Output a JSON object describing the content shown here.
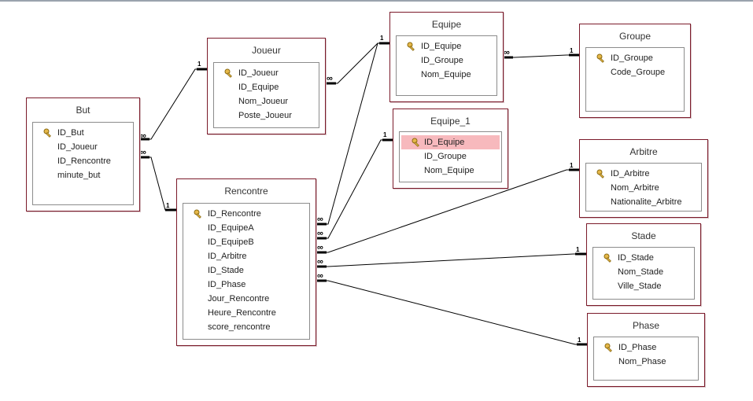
{
  "tables": {
    "but": {
      "title": "But",
      "fields": [
        "ID_But",
        "ID_Joueur",
        "ID_Rencontre",
        "minute_but"
      ]
    },
    "joueur": {
      "title": "Joueur",
      "fields": [
        "ID_Joueur",
        "ID_Equipe",
        "Nom_Joueur",
        "Poste_Joueur"
      ]
    },
    "equipe": {
      "title": "Equipe",
      "fields": [
        "ID_Equipe",
        "ID_Groupe",
        "Nom_Equipe"
      ]
    },
    "groupe": {
      "title": "Groupe",
      "fields": [
        "ID_Groupe",
        "Code_Groupe"
      ]
    },
    "equipe_1": {
      "title": "Equipe_1",
      "fields": [
        "ID_Equipe",
        "ID_Groupe",
        "Nom_Equipe"
      ]
    },
    "rencontre": {
      "title": "Rencontre",
      "fields": [
        "ID_Rencontre",
        "ID_EquipeA",
        "ID_EquipeB",
        "ID_Arbitre",
        "ID_Stade",
        "ID_Phase",
        "Jour_Rencontre",
        "Heure_Rencontre",
        "score_rencontre"
      ]
    },
    "arbitre": {
      "title": "Arbitre",
      "fields": [
        "ID_Arbitre",
        "Nom_Arbitre",
        "Nationalite_Arbitre"
      ]
    },
    "stade": {
      "title": "Stade",
      "fields": [
        "ID_Stade",
        "Nom_Stade",
        "Ville_Stade"
      ]
    },
    "phase": {
      "title": "Phase",
      "fields": [
        "ID_Phase",
        "Nom_Phase"
      ]
    }
  },
  "relationship_labels": {
    "one": "1",
    "many": "∞"
  },
  "colors": {
    "border": "#7b1a2a",
    "selected_field": "#f7b9bd"
  },
  "icons": {
    "primary_key": "key-icon"
  }
}
